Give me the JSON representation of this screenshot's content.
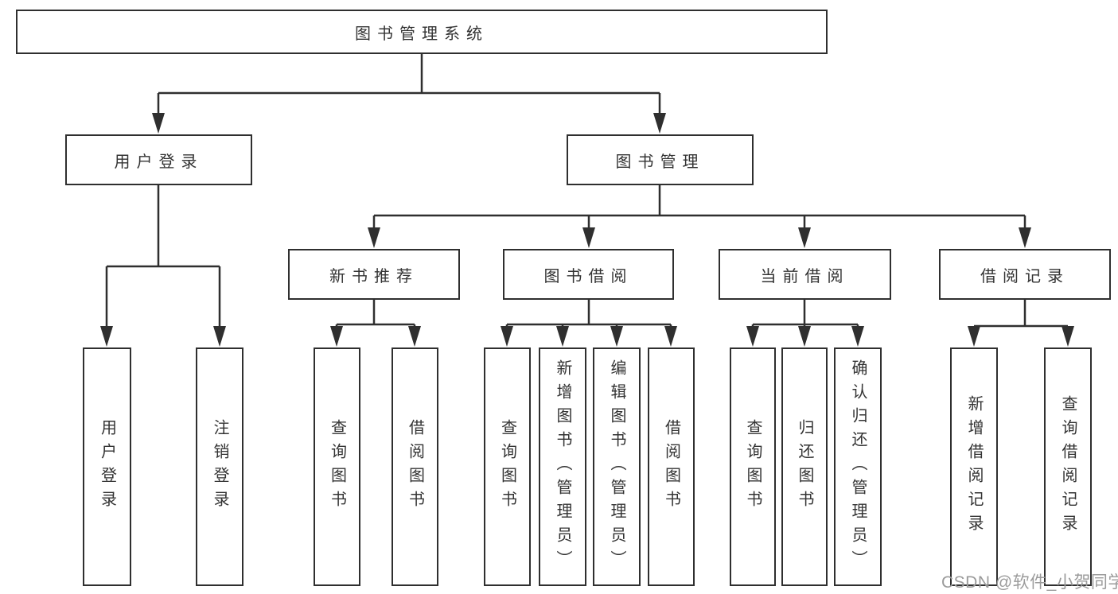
{
  "colors": {
    "line": "#2f2f2f",
    "box_border": "#2f2f2f",
    "box_fill": "#ffffff",
    "text": "#333333",
    "watermark": "#9b9b9b",
    "background": "#ffffff"
  },
  "nodes": {
    "root": {
      "label": "图书管理系统"
    },
    "level2": [
      {
        "label": "用户登录",
        "parent": "图书管理系统"
      },
      {
        "label": "图书管理",
        "parent": "图书管理系统"
      }
    ],
    "level3": [
      {
        "label": "新书推荐",
        "parent": "图书管理"
      },
      {
        "label": "图书借阅",
        "parent": "图书管理"
      },
      {
        "label": "当前借阅",
        "parent": "图书管理"
      },
      {
        "label": "借阅记录",
        "parent": "图书管理"
      }
    ],
    "leaves": [
      {
        "label": "用户登录",
        "parent": "用户登录"
      },
      {
        "label": "注销登录",
        "parent": "用户登录"
      },
      {
        "label": "查询图书",
        "parent": "新书推荐"
      },
      {
        "label": "借阅图书",
        "parent": "新书推荐"
      },
      {
        "label": "查询图书",
        "parent": "图书借阅"
      },
      {
        "label": "新增图书（管理员）",
        "parent": "图书借阅"
      },
      {
        "label": "编辑图书（管理员）",
        "parent": "图书借阅"
      },
      {
        "label": "借阅图书",
        "parent": "图书借阅"
      },
      {
        "label": "查询图书",
        "parent": "当前借阅"
      },
      {
        "label": "归还图书",
        "parent": "当前借阅"
      },
      {
        "label": "确认归还（管理员）",
        "parent": "当前借阅"
      },
      {
        "label": "新增借阅记录",
        "parent": "借阅记录"
      },
      {
        "label": "查询借阅记录",
        "parent": "借阅记录"
      }
    ]
  },
  "watermark": {
    "text": "CSDN @软件_小贺同学"
  }
}
